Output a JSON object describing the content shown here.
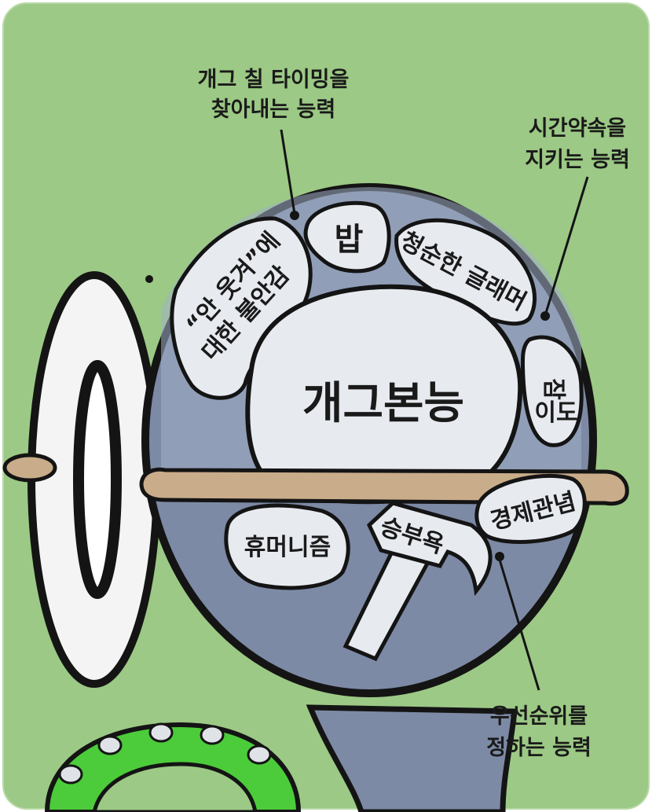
{
  "callouts": {
    "timing": [
      "개그 칠 타이밍을",
      "찾아내는 능력"
    ],
    "promise": [
      "시간약속을",
      "지키는 능력"
    ],
    "priority": [
      "우선순위를",
      "정하는 능력"
    ]
  },
  "regions": {
    "anxiety": [
      "“안 웃겨”에",
      "대한 불안감"
    ],
    "rice": "밥",
    "glamour": "청순한 글래머",
    "sleep": [
      "잠",
      "이도"
    ],
    "core": "개그본능",
    "humanism": "휴머니즘",
    "competition": "승부욕",
    "economy": "경제관념"
  },
  "colors": {
    "background": "#9cc985",
    "head": "#7d8aa5",
    "head_highlight": "#a2aec6",
    "brain_region": "#e7eaef",
    "band": "#c9ac8a",
    "outline": "#141414",
    "toy": "#4ccc3a"
  }
}
